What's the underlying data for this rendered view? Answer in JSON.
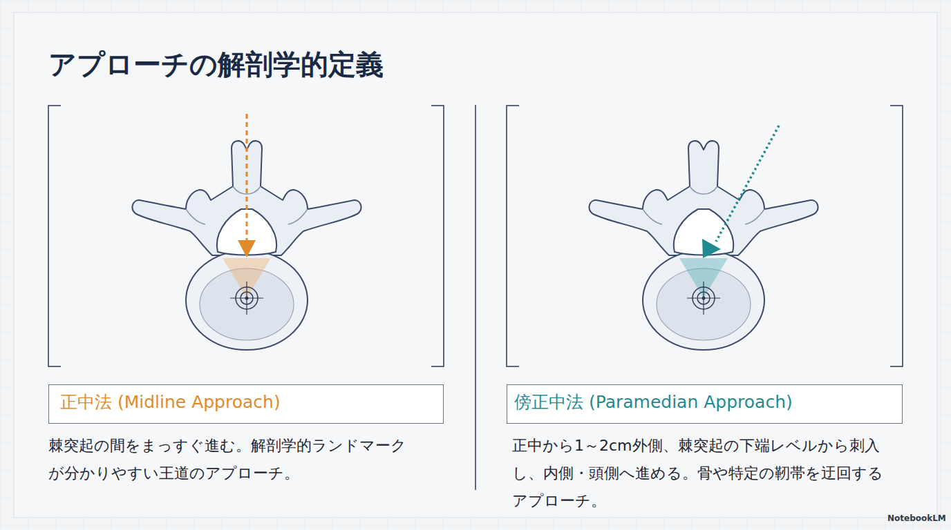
{
  "diagram": {
    "title": "アプローチの解剖学的定義",
    "nodes": [
      {
        "text": [
          "正中法 (Midline Approach)"
        ]
      },
      {
        "text": [
          "傍正中法 (Paramedian Approach)"
        ]
      }
    ],
    "labels": [
      "棘突起の間をまっすぐ進む。解剖学的ランドマークが分かりやすい王道のアプローチ。",
      "正中から1～2cm外側、棘突起の下端レベルから刺入し、内側・頭側へ進める。骨や特定の靭帯を迂回するアプローチ。",
      "NotebookLM"
    ]
  }
}
